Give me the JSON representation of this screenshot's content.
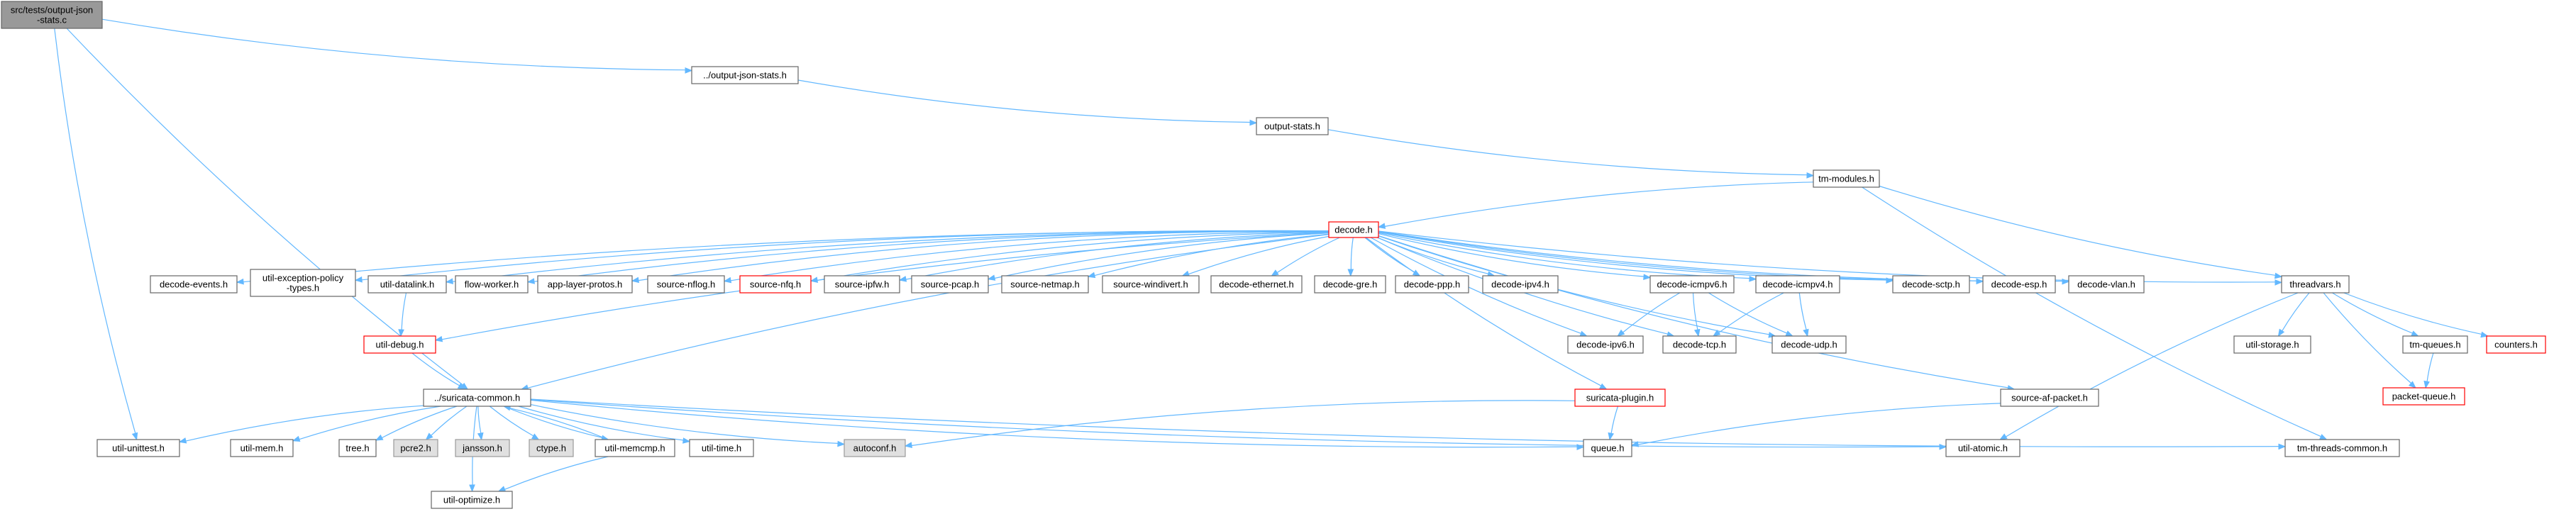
{
  "colors": {
    "edge": "#63b8ff",
    "root_fill": "#999999",
    "default_border": "#666666",
    "default_fill": "#ffffff",
    "highlight_border": "#ff0000",
    "external_fill": "#e0e0e0",
    "external_border": "#999999"
  },
  "nodes": [
    {
      "id": "root",
      "lines": [
        "src/tests/output-json",
        "-stats.c"
      ],
      "kind": "root"
    },
    {
      "id": "output_json_stats_h",
      "lines": [
        "../output-json-stats.h"
      ],
      "kind": "normal"
    },
    {
      "id": "output_stats_h",
      "lines": [
        "output-stats.h"
      ],
      "kind": "normal"
    },
    {
      "id": "tm_modules_h",
      "lines": [
        "tm-modules.h"
      ],
      "kind": "normal"
    },
    {
      "id": "decode_h",
      "lines": [
        "decode.h"
      ],
      "kind": "highlight"
    },
    {
      "id": "decode_events_h",
      "lines": [
        "decode-events.h"
      ],
      "kind": "normal"
    },
    {
      "id": "util_exception_policy_types_h",
      "lines": [
        "util-exception-policy",
        "-types.h"
      ],
      "kind": "normal"
    },
    {
      "id": "util_datalink_h",
      "lines": [
        "util-datalink.h"
      ],
      "kind": "normal"
    },
    {
      "id": "flow_worker_h",
      "lines": [
        "flow-worker.h"
      ],
      "kind": "normal"
    },
    {
      "id": "app_layer_protos_h",
      "lines": [
        "app-layer-protos.h"
      ],
      "kind": "normal"
    },
    {
      "id": "source_nflog_h",
      "lines": [
        "source-nflog.h"
      ],
      "kind": "normal"
    },
    {
      "id": "source_nfq_h",
      "lines": [
        "source-nfq.h"
      ],
      "kind": "highlight"
    },
    {
      "id": "source_ipfw_h",
      "lines": [
        "source-ipfw.h"
      ],
      "kind": "normal"
    },
    {
      "id": "source_pcap_h",
      "lines": [
        "source-pcap.h"
      ],
      "kind": "normal"
    },
    {
      "id": "source_netmap_h",
      "lines": [
        "source-netmap.h"
      ],
      "kind": "normal"
    },
    {
      "id": "source_windivert_h",
      "lines": [
        "source-windivert.h"
      ],
      "kind": "normal"
    },
    {
      "id": "decode_ethernet_h",
      "lines": [
        "decode-ethernet.h"
      ],
      "kind": "normal"
    },
    {
      "id": "decode_gre_h",
      "lines": [
        "decode-gre.h"
      ],
      "kind": "normal"
    },
    {
      "id": "decode_ppp_h",
      "lines": [
        "decode-ppp.h"
      ],
      "kind": "normal"
    },
    {
      "id": "decode_ipv4_h",
      "lines": [
        "decode-ipv4.h"
      ],
      "kind": "normal"
    },
    {
      "id": "decode_icmpv6_h",
      "lines": [
        "decode-icmpv6.h"
      ],
      "kind": "normal"
    },
    {
      "id": "decode_icmpv4_h",
      "lines": [
        "decode-icmpv4.h"
      ],
      "kind": "normal"
    },
    {
      "id": "decode_sctp_h",
      "lines": [
        "decode-sctp.h"
      ],
      "kind": "normal"
    },
    {
      "id": "decode_esp_h",
      "lines": [
        "decode-esp.h"
      ],
      "kind": "normal"
    },
    {
      "id": "decode_vlan_h",
      "lines": [
        "decode-vlan.h"
      ],
      "kind": "normal"
    },
    {
      "id": "threadvars_h",
      "lines": [
        "threadvars.h"
      ],
      "kind": "normal"
    },
    {
      "id": "decode_ipv6_h",
      "lines": [
        "decode-ipv6.h"
      ],
      "kind": "normal"
    },
    {
      "id": "decode_tcp_h",
      "lines": [
        "decode-tcp.h"
      ],
      "kind": "normal"
    },
    {
      "id": "decode_udp_h",
      "lines": [
        "decode-udp.h"
      ],
      "kind": "normal"
    },
    {
      "id": "util_debug_h",
      "lines": [
        "util-debug.h"
      ],
      "kind": "highlight"
    },
    {
      "id": "suricata_common_h",
      "lines": [
        "../suricata-common.h"
      ],
      "kind": "normal"
    },
    {
      "id": "suricata_plugin_h",
      "lines": [
        "suricata-plugin.h"
      ],
      "kind": "highlight"
    },
    {
      "id": "source_af_packet_h",
      "lines": [
        "source-af-packet.h"
      ],
      "kind": "normal"
    },
    {
      "id": "util_storage_h",
      "lines": [
        "util-storage.h"
      ],
      "kind": "normal"
    },
    {
      "id": "tm_queues_h",
      "lines": [
        "tm-queues.h"
      ],
      "kind": "normal"
    },
    {
      "id": "counters_h",
      "lines": [
        "counters.h"
      ],
      "kind": "highlight"
    },
    {
      "id": "packet_queue_h",
      "lines": [
        "packet-queue.h"
      ],
      "kind": "highlight"
    },
    {
      "id": "util_unittest_h",
      "lines": [
        "util-unittest.h"
      ],
      "kind": "normal"
    },
    {
      "id": "util_mem_h",
      "lines": [
        "util-mem.h"
      ],
      "kind": "normal"
    },
    {
      "id": "tree_h",
      "lines": [
        "tree.h"
      ],
      "kind": "normal"
    },
    {
      "id": "pcre2_h",
      "lines": [
        "pcre2.h"
      ],
      "kind": "external"
    },
    {
      "id": "jansson_h",
      "lines": [
        "jansson.h"
      ],
      "kind": "external"
    },
    {
      "id": "ctype_h",
      "lines": [
        "ctype.h"
      ],
      "kind": "external"
    },
    {
      "id": "util_memcmp_h",
      "lines": [
        "util-memcmp.h"
      ],
      "kind": "normal"
    },
    {
      "id": "util_time_h",
      "lines": [
        "util-time.h"
      ],
      "kind": "normal"
    },
    {
      "id": "autoconf_h",
      "lines": [
        "autoconf.h"
      ],
      "kind": "external"
    },
    {
      "id": "queue_h",
      "lines": [
        "queue.h"
      ],
      "kind": "normal"
    },
    {
      "id": "util_atomic_h",
      "lines": [
        "util-atomic.h"
      ],
      "kind": "normal"
    },
    {
      "id": "tm_threads_common_h",
      "lines": [
        "tm-threads-common.h"
      ],
      "kind": "normal"
    },
    {
      "id": "util_optimize_h",
      "lines": [
        "util-optimize.h"
      ],
      "kind": "normal"
    }
  ],
  "edges": [
    [
      "root",
      "output_json_stats_h"
    ],
    [
      "root",
      "util_unittest_h"
    ],
    [
      "root",
      "suricata_common_h"
    ],
    [
      "output_json_stats_h",
      "output_stats_h"
    ],
    [
      "output_stats_h",
      "tm_modules_h"
    ],
    [
      "tm_modules_h",
      "decode_h"
    ],
    [
      "tm_modules_h",
      "threadvars_h"
    ],
    [
      "tm_modules_h",
      "tm_threads_common_h"
    ],
    [
      "decode_h",
      "decode_events_h"
    ],
    [
      "decode_h",
      "util_exception_policy_types_h"
    ],
    [
      "decode_h",
      "util_datalink_h"
    ],
    [
      "decode_h",
      "flow_worker_h"
    ],
    [
      "decode_h",
      "app_layer_protos_h"
    ],
    [
      "decode_h",
      "source_nflog_h"
    ],
    [
      "decode_h",
      "source_nfq_h"
    ],
    [
      "decode_h",
      "source_ipfw_h"
    ],
    [
      "decode_h",
      "source_pcap_h"
    ],
    [
      "decode_h",
      "source_netmap_h"
    ],
    [
      "decode_h",
      "source_windivert_h"
    ],
    [
      "decode_h",
      "decode_ethernet_h"
    ],
    [
      "decode_h",
      "decode_gre_h"
    ],
    [
      "decode_h",
      "decode_ppp_h"
    ],
    [
      "decode_h",
      "decode_ipv4_h"
    ],
    [
      "decode_h",
      "decode_icmpv6_h"
    ],
    [
      "decode_h",
      "decode_icmpv4_h"
    ],
    [
      "decode_h",
      "decode_sctp_h"
    ],
    [
      "decode_h",
      "decode_esp_h"
    ],
    [
      "decode_h",
      "decode_vlan_h"
    ],
    [
      "decode_h",
      "threadvars_h"
    ],
    [
      "decode_h",
      "decode_ipv6_h"
    ],
    [
      "decode_h",
      "decode_tcp_h"
    ],
    [
      "decode_h",
      "decode_udp_h"
    ],
    [
      "decode_h",
      "util_debug_h"
    ],
    [
      "decode_h",
      "suricata_common_h"
    ],
    [
      "decode_h",
      "suricata_plugin_h"
    ],
    [
      "decode_h",
      "source_af_packet_h"
    ],
    [
      "util_datalink_h",
      "util_debug_h"
    ],
    [
      "decode_icmpv6_h",
      "decode_ipv6_h"
    ],
    [
      "decode_icmpv6_h",
      "decode_tcp_h"
    ],
    [
      "decode_icmpv6_h",
      "decode_udp_h"
    ],
    [
      "decode_icmpv4_h",
      "decode_tcp_h"
    ],
    [
      "decode_icmpv4_h",
      "decode_udp_h"
    ],
    [
      "util_debug_h",
      "suricata_common_h"
    ],
    [
      "threadvars_h",
      "util_storage_h"
    ],
    [
      "threadvars_h",
      "tm_queues_h"
    ],
    [
      "threadvars_h",
      "counters_h"
    ],
    [
      "threadvars_h",
      "packet_queue_h"
    ],
    [
      "threadvars_h",
      "util_atomic_h"
    ],
    [
      "tm_queues_h",
      "packet_queue_h"
    ],
    [
      "suricata_plugin_h",
      "queue_h"
    ],
    [
      "suricata_plugin_h",
      "autoconf_h"
    ],
    [
      "source_af_packet_h",
      "queue_h"
    ],
    [
      "suricata_common_h",
      "util_unittest_h"
    ],
    [
      "suricata_common_h",
      "util_mem_h"
    ],
    [
      "suricata_common_h",
      "tree_h"
    ],
    [
      "suricata_common_h",
      "pcre2_h"
    ],
    [
      "suricata_common_h",
      "jansson_h"
    ],
    [
      "suricata_common_h",
      "ctype_h"
    ],
    [
      "suricata_common_h",
      "util_memcmp_h"
    ],
    [
      "suricata_common_h",
      "util_time_h"
    ],
    [
      "suricata_common_h",
      "autoconf_h"
    ],
    [
      "suricata_common_h",
      "queue_h"
    ],
    [
      "suricata_common_h",
      "util_atomic_h"
    ],
    [
      "suricata_common_h",
      "tm_threads_common_h"
    ],
    [
      "suricata_common_h",
      "util_optimize_h"
    ],
    [
      "util_memcmp_h",
      "util_optimize_h"
    ],
    [
      "util_memcmp_h",
      "suricata_common_h"
    ]
  ]
}
